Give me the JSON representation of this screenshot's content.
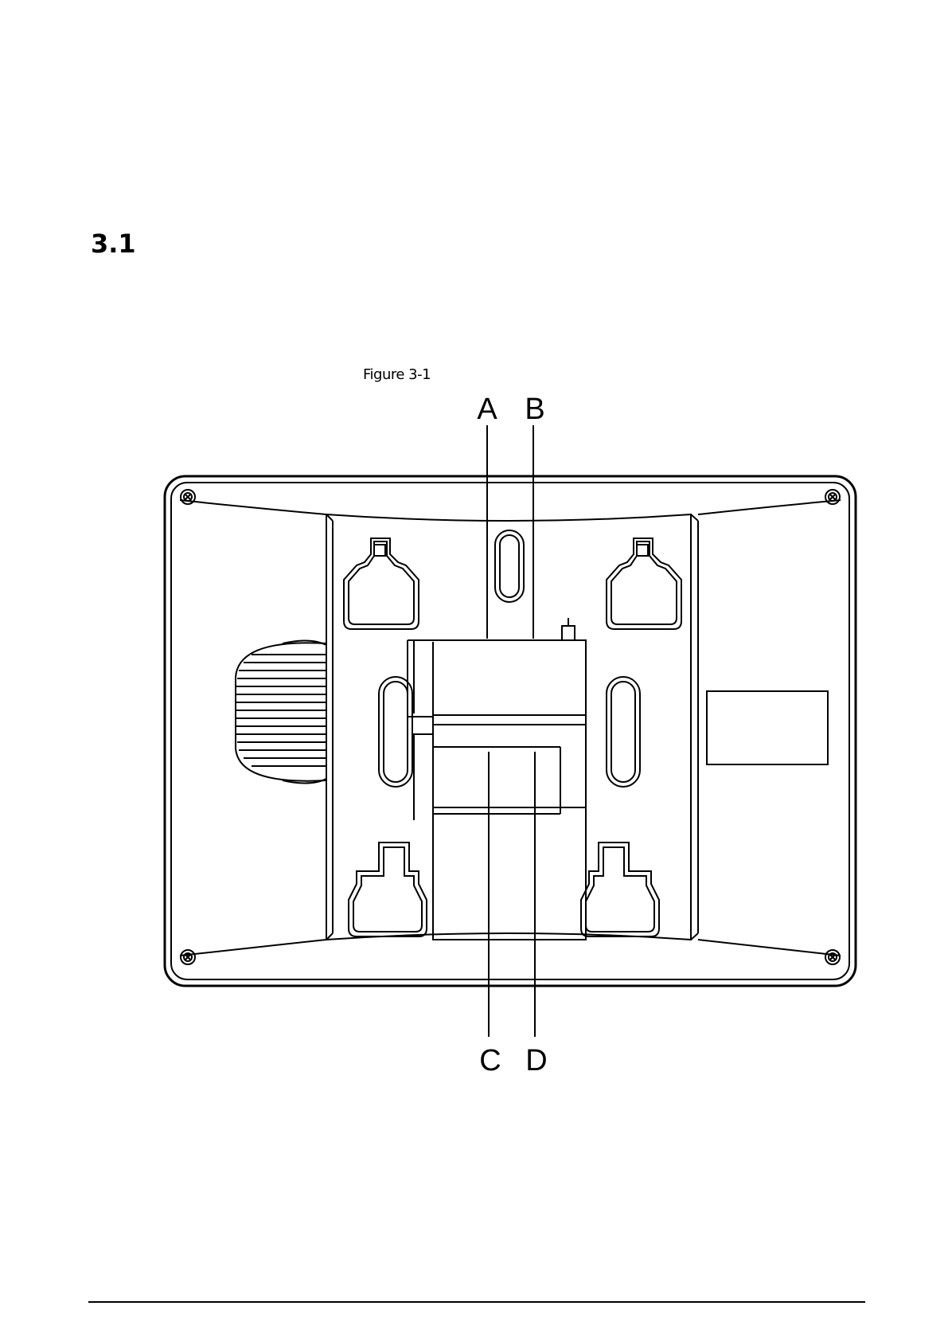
{
  "section": {
    "number": "3.1"
  },
  "figure": {
    "caption": "Figure 3-1",
    "callouts": {
      "a": "A",
      "b": "B",
      "c": "C",
      "d": "D"
    }
  }
}
